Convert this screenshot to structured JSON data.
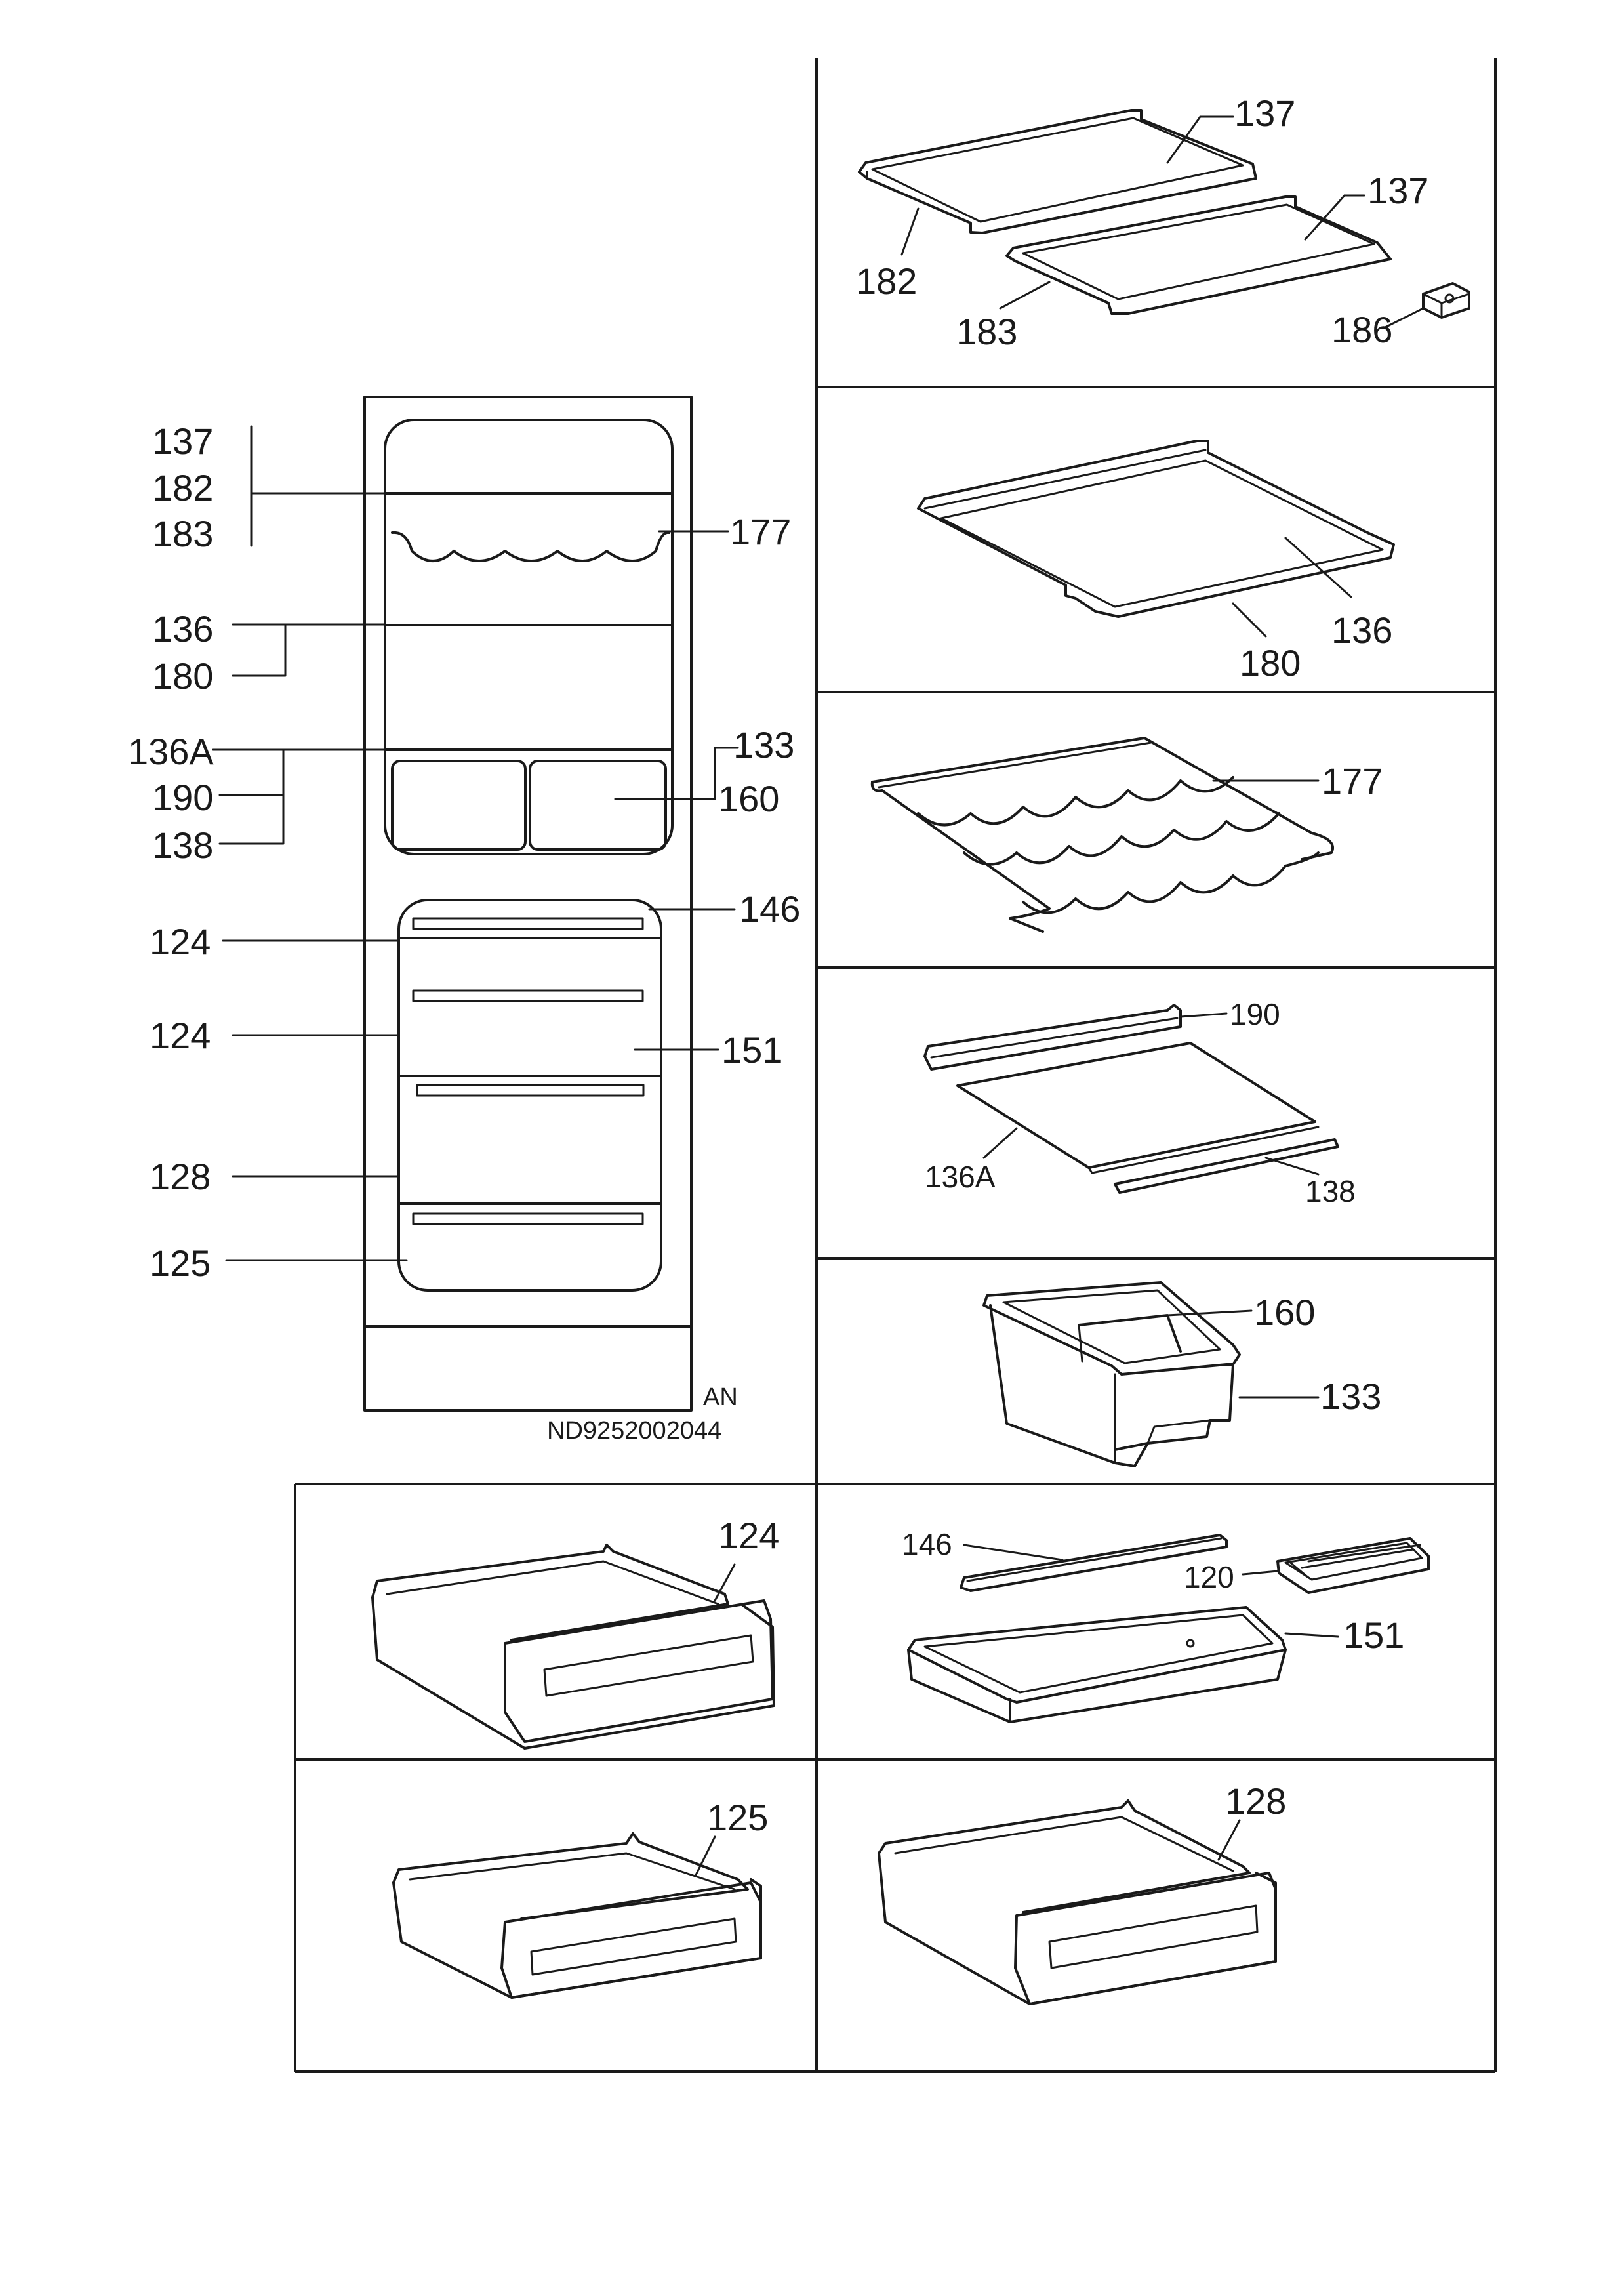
{
  "overview": {
    "labels_left": [
      "137",
      "182",
      "183",
      "136",
      "180",
      "136A",
      "190",
      "138",
      "124",
      "124",
      "128",
      "125"
    ],
    "labels_right": [
      "177",
      "133",
      "160",
      "146",
      "151"
    ],
    "variant": "AN",
    "code": "ND9252002044"
  },
  "panels": {
    "glass_shelf": {
      "l1": "137",
      "l2": "137",
      "l3": "182",
      "l4": "183",
      "l5": "186"
    },
    "shelf_180": {
      "l1": "136",
      "l2": "180"
    },
    "bottle_rack": {
      "l1": "177"
    },
    "shelf_136a": {
      "l1": "190",
      "l2": "136A",
      "l3": "138"
    },
    "crisper_box": {
      "l1": "160",
      "l2": "133"
    },
    "drawer_124": {
      "l1": "124"
    },
    "tray_151": {
      "l1": "146",
      "l2": "120",
      "l3": "151"
    },
    "drawer_125": {
      "l1": "125"
    },
    "drawer_128": {
      "l1": "128"
    }
  }
}
